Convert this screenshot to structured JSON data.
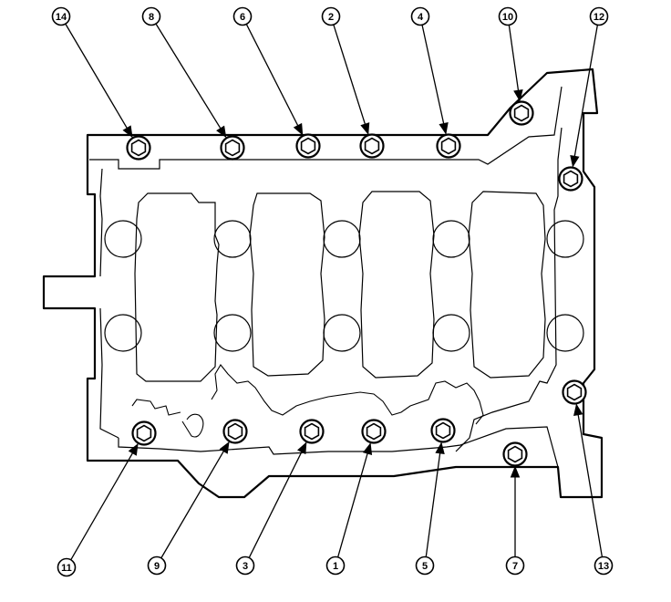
{
  "diagram": {
    "colors": {
      "line": "#000000",
      "fill": "#ffffff"
    },
    "callouts": [
      {
        "id": "c14",
        "label": "14",
        "bolt": "top-1"
      },
      {
        "id": "c8",
        "label": "8",
        "bolt": "top-2"
      },
      {
        "id": "c6",
        "label": "6",
        "bolt": "top-3"
      },
      {
        "id": "c2",
        "label": "2",
        "bolt": "top-4"
      },
      {
        "id": "c4",
        "label": "4",
        "bolt": "top-5"
      },
      {
        "id": "c10",
        "label": "10",
        "bolt": "top-right-corner"
      },
      {
        "id": "c12",
        "label": "12",
        "bolt": "right-upper"
      },
      {
        "id": "c11",
        "label": "11",
        "bolt": "bottom-1"
      },
      {
        "id": "c9",
        "label": "9",
        "bolt": "bottom-2"
      },
      {
        "id": "c3",
        "label": "3",
        "bolt": "bottom-3"
      },
      {
        "id": "c1",
        "label": "1",
        "bolt": "bottom-4"
      },
      {
        "id": "c5",
        "label": "5",
        "bolt": "bottom-5"
      },
      {
        "id": "c7",
        "label": "7",
        "bolt": "bottom-right"
      },
      {
        "id": "c13",
        "label": "13",
        "bolt": "right-lower"
      }
    ]
  }
}
